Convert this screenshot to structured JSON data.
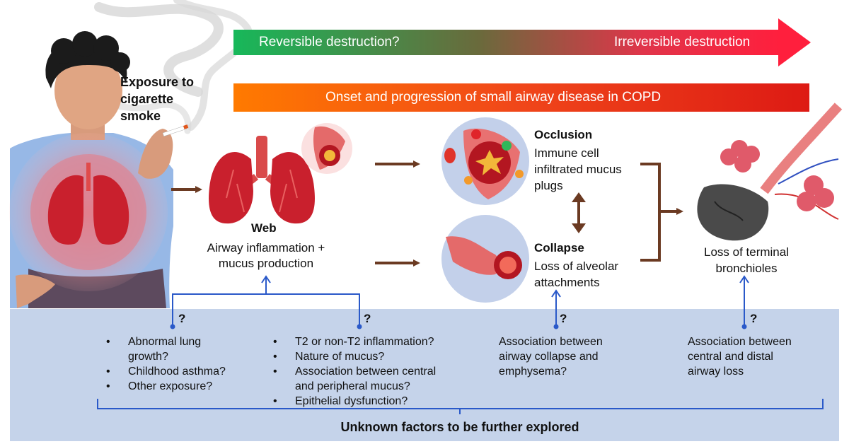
{
  "colors": {
    "green": "#1db859",
    "red": "#ff1f3d",
    "orange": "#ff7300",
    "arrow_brown": "#6b3a22",
    "blue_line": "#2a59c9",
    "panel_blue": "#c5d3ea",
    "lung_red": "#c9202d",
    "circle_bg": "#c3d0ea"
  },
  "top_arrow": {
    "left_label": "Reversible destruction?",
    "right_label": "Irreversible destruction"
  },
  "onset_bar": {
    "label": "Onset and progression of small airway disease in COPD"
  },
  "exposure": {
    "label": "Exposure to cigarette smoke",
    "lines": [
      "Exposure to",
      "cigarette",
      "smoke"
    ]
  },
  "web": {
    "title": "Web",
    "lines": [
      "Airway inflammation +",
      "mucus production"
    ]
  },
  "occlusion": {
    "title": "Occlusion",
    "lines": [
      "Immune cell",
      "infiltrated mucus",
      "plugs"
    ]
  },
  "collapse": {
    "title": "Collapse",
    "lines": [
      "Loss of alveolar",
      "attachments"
    ]
  },
  "terminal": {
    "lines": [
      "Loss of terminal",
      "bronchioles"
    ]
  },
  "question_mark": "?",
  "bullet_char": "•",
  "unknowns": {
    "col1": [
      "Abnormal lung",
      "growth?",
      "Childhood asthma?",
      "Other exposure?"
    ],
    "col2": [
      "T2 or non-T2 inflammation?",
      "Nature of mucus?",
      "Association between central",
      "and peripheral mucus?",
      "Epithelial dysfunction?"
    ],
    "col3": [
      "Association between",
      "airway collapse and",
      "emphysema?"
    ],
    "col4": [
      "Association between",
      "central and distal",
      "airway loss"
    ]
  },
  "footer": {
    "label": "Unknown factors to be further explored"
  }
}
